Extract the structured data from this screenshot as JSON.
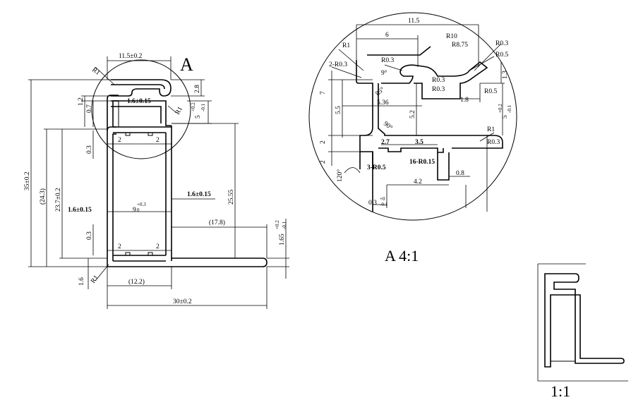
{
  "main_view": {
    "dims": {
      "top_width": "11.5±0.2",
      "r1_top": "R1",
      "r1_right": "R1",
      "r1_bottom": "R1",
      "h_2_8": "2.8",
      "tol_5": "5",
      "tol_5_sup": "+0.2",
      "tol_5_sub": "-0.1",
      "v_1_2": "1.2",
      "v_0_7": "0.7",
      "thick_top": "1.6±0.15",
      "total_h": "35±0.2",
      "ref_24_3": "(24.3)",
      "v_23_7": "23.7±0.2",
      "v_0_3_a": "0.3",
      "v_0_3_b": "0.3",
      "v_1_6": "1.6",
      "gap_2_a": "2",
      "gap_2_b": "2",
      "gap_2_c": "2",
      "gap_2_d": "2",
      "thick_left": "1.6±0.15",
      "inner_w": "9",
      "inner_w_sup": "+0.3",
      "inner_w_sub": "0",
      "thick_right": "1.6±0.15",
      "v_25_55": "25.55",
      "ref_17_8": "(17.8)",
      "tol_1_65": "1.65",
      "tol_1_65_sup": "+0.2",
      "tol_1_65_sub": "-0.1",
      "ref_12_2": "(12.2)",
      "total_w": "30±0.2"
    },
    "detail_marker": "A"
  },
  "detail_view": {
    "title": "A 4:1",
    "dims": {
      "w_11_5": "11.5",
      "w_6": "6",
      "r10": "R10",
      "r8_75": "R8.75",
      "r0_3_tr": "R0.3",
      "r0_5_tr": "R0.5",
      "r1_tl": "R1",
      "two_r0_3": "2-R0.3",
      "r0_3_mid": "R0.3",
      "ang_9": "9°",
      "ang_85": "85°",
      "ang_90": "90°",
      "r0_3_c1": "R0.3",
      "r0_3_c2": "R0.3",
      "r0_5_c": "R0.5",
      "h_1_3": "1.3",
      "w_1_8": "1.8",
      "v_5_tol": "5",
      "v_5_sup": "+0.2",
      "v_5_sub": "-0.1",
      "v_7": "7",
      "v_5_5": "5.5",
      "w_5_36": "5.36",
      "v_5_2": "5.2",
      "v_2_a": "2",
      "v_2_b": "2",
      "w_2_7": "2.7",
      "w_3_5": "3.5",
      "r1_br": "R1",
      "r0_3_br": "R0.3",
      "ang_120": "120°",
      "three_r0_5": "3-R0.5",
      "sixteen_r0_15": "16-R0.15",
      "w_0_8": "0.8",
      "w_4_2": "4.2",
      "w_0_3": "0.3",
      "w_0_3_sup": "+0",
      "w_0_3_sub": "-0.1"
    }
  },
  "scale_view": {
    "label": "1:1"
  }
}
